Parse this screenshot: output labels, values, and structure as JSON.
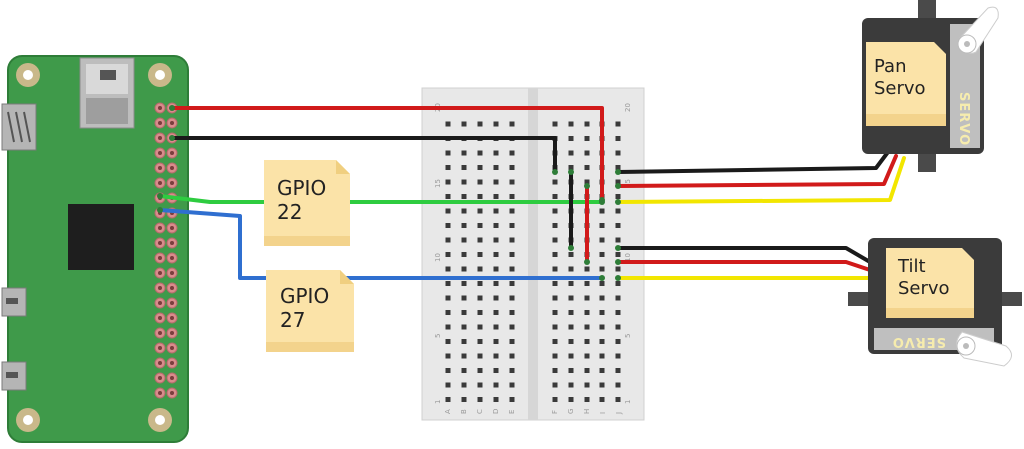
{
  "notes": {
    "gpio22": {
      "line1": "GPIO",
      "line2": "22"
    },
    "gpio27": {
      "line1": "GPIO",
      "line2": "27"
    }
  },
  "servos": {
    "pan": {
      "line1": "Pan",
      "line2": "Servo",
      "brand": "SERVO"
    },
    "tilt": {
      "line1": "Tilt",
      "line2": "Servo",
      "brand": "SERVO"
    }
  },
  "breadboard": {
    "row_numbers": [
      "20",
      "15",
      "10",
      "5",
      "1"
    ],
    "left_columns": [
      "A",
      "B",
      "C",
      "D",
      "E"
    ],
    "right_columns": [
      "F",
      "G",
      "H",
      "I",
      "J"
    ]
  },
  "colors": {
    "board_green": "#3f9a4a",
    "wire_red": "#d11a1a",
    "wire_black": "#1a1a1a",
    "wire_green": "#2ecc40",
    "wire_blue": "#2f6fd0",
    "wire_yellow": "#f2e600",
    "note_yellow": "#fbe3a8",
    "servo_body": "#3b3b3b"
  }
}
